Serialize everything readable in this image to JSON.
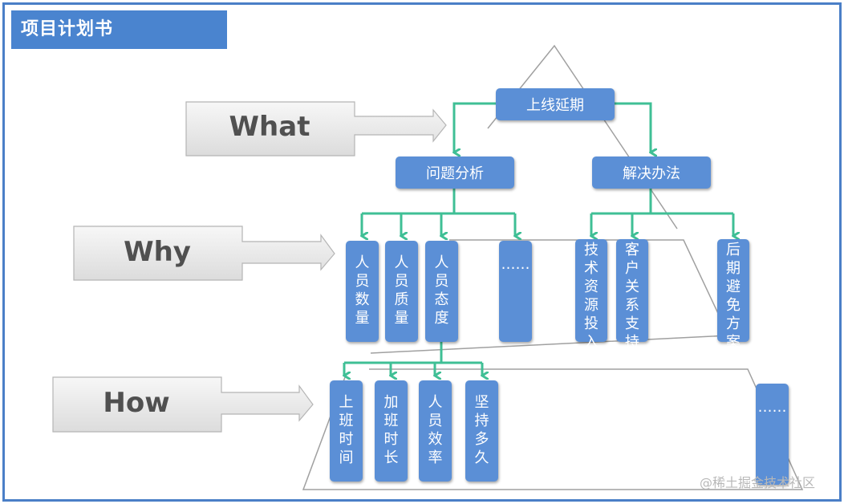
{
  "title": "项目计划书",
  "levels": {
    "what": "What",
    "why": "Why",
    "how": "How"
  },
  "root": "上线延期",
  "branches": {
    "analysis": "问题分析",
    "solution": "解决办法"
  },
  "analysis_children": [
    "人员数量",
    "人员质量",
    "人员态度",
    "……"
  ],
  "solution_children": [
    "技术资源投入",
    "客户关系支持",
    "后期避免方案"
  ],
  "how_children": [
    "上班时间",
    "加班时长",
    "人员效率",
    "坚持多久"
  ],
  "how_extra": "……",
  "watermark": "@稀土掘金技术社区",
  "colors": {
    "box": "#5b8fd6",
    "connector": "#3fbf95",
    "title_bar": "#4a84cf",
    "frame": "#4a7fc7"
  }
}
